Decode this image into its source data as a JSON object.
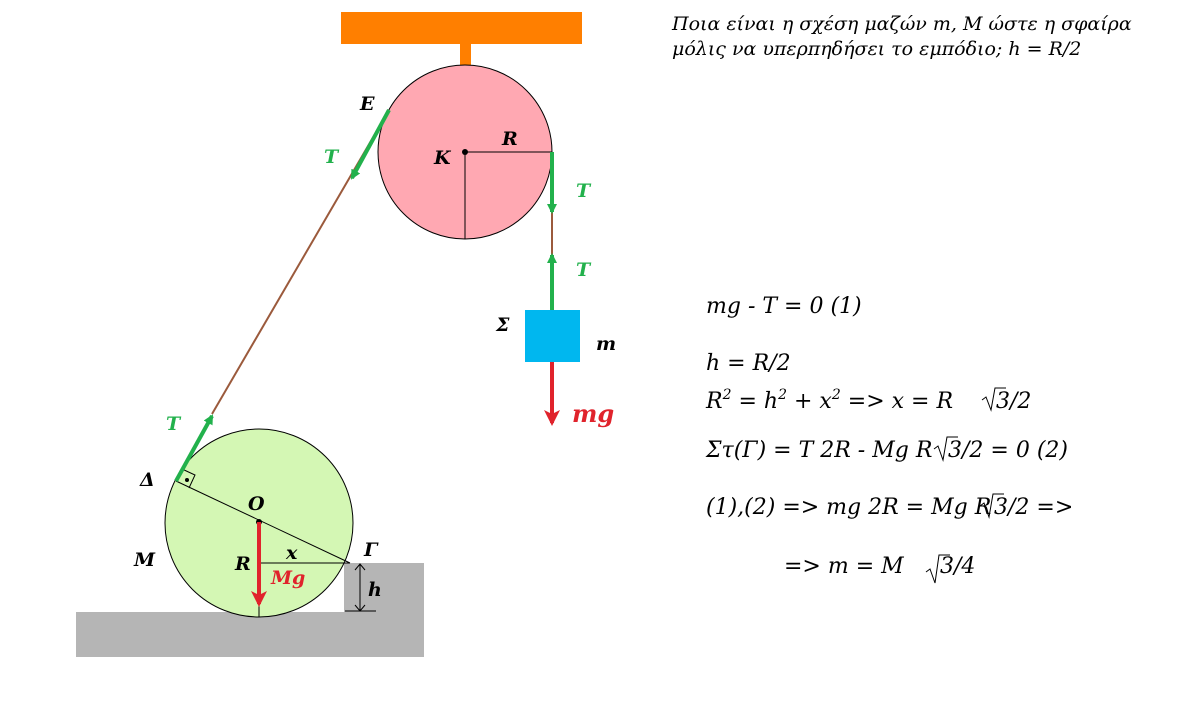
{
  "question": {
    "line1": "Ποια είναι η σχέση μαζών  m, M  ώστε η σφαίρα",
    "line2": "μόλις να υπερπηδήσει το εμπόδιο;      h = R/2"
  },
  "labels": {
    "E": "Ε",
    "K": "Κ",
    "R_pulley": "R",
    "T_left_top": "T",
    "T_right_top": "T",
    "T_right_bottom": "T",
    "Sigma": "Σ",
    "m": "m",
    "mg": "mg",
    "T_bottom": "T",
    "Delta": "Δ",
    "O": "O",
    "Gamma": "Γ",
    "M": "M",
    "R_ball": "R",
    "x": "x",
    "Mg": "Mg",
    "h": "h"
  },
  "equations": {
    "eq1": "mg - T = 0    (1)",
    "eq2": "h = R/2",
    "eq3_a": "R",
    "eq3_sup1": "2",
    "eq3_b": "  = h",
    "eq3_sup2": "2",
    "eq3_c": "  + x",
    "eq3_sup3": "2",
    "eq3_d": "   =>  x = R",
    "eq3_e": "3/2",
    "eq4_a": "Στ(Γ) = T 2R - Mg R",
    "eq4_b": "3/2 = 0  (2)",
    "eq5_a": "(1),(2) => mg 2R = Mg R",
    "eq5_b": "3/2  =>",
    "eq6_a": "=>    m = M",
    "eq6_b": "3/4"
  },
  "colors": {
    "support": "#ff7f00",
    "pulley": "#ffa8b2",
    "ball": "#d4f7b4",
    "block": "#00b7ef",
    "ground": "#b5b5b5",
    "tension": "#22b14c",
    "weight": "#e0232c",
    "rope": "#9b5a3c"
  }
}
